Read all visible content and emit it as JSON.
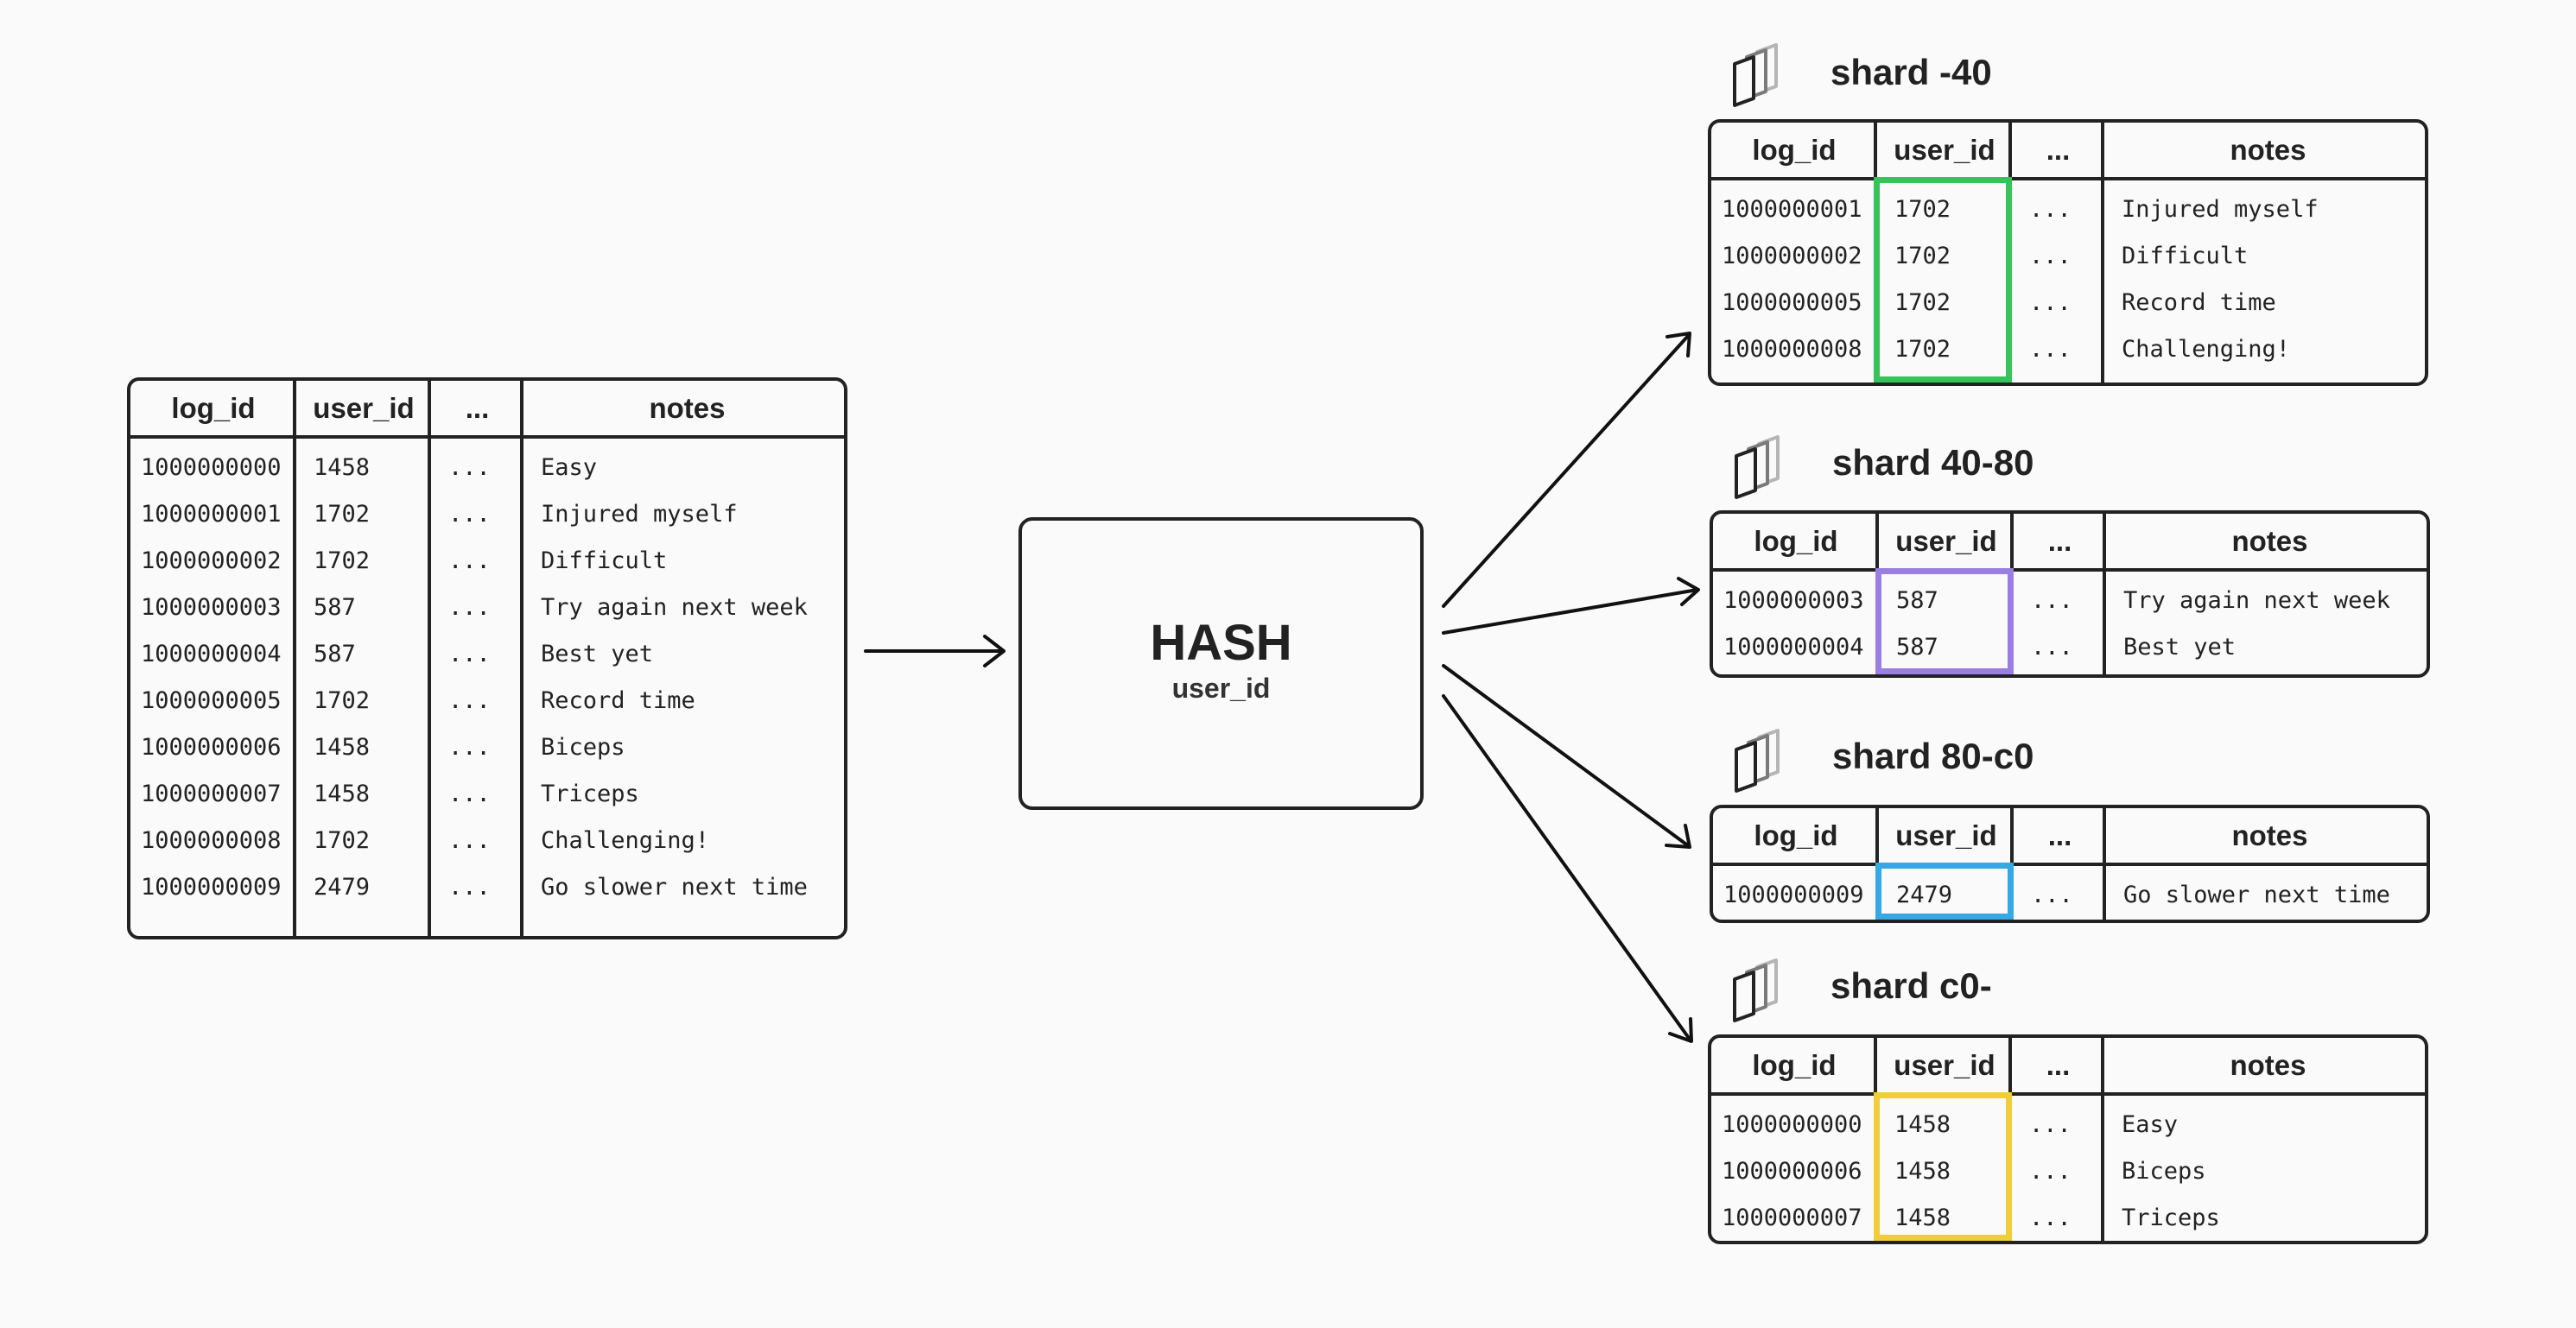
{
  "source_table": {
    "headers": [
      "log_id",
      "user_id",
      "...",
      "notes"
    ],
    "rows": [
      [
        "1000000000",
        "1458",
        "...",
        "Easy"
      ],
      [
        "1000000001",
        "1702",
        "...",
        "Injured myself"
      ],
      [
        "1000000002",
        "1702",
        "...",
        "Difficult"
      ],
      [
        "1000000003",
        "587",
        "...",
        "Try again next week"
      ],
      [
        "1000000004",
        "587",
        "...",
        "Best yet"
      ],
      [
        "1000000005",
        "1702",
        "...",
        "Record time"
      ],
      [
        "1000000006",
        "1458",
        "...",
        "Biceps"
      ],
      [
        "1000000007",
        "1458",
        "...",
        "Triceps"
      ],
      [
        "1000000008",
        "1702",
        "...",
        "Challenging!"
      ],
      [
        "1000000009",
        "2479",
        "...",
        "Go slower next time"
      ]
    ]
  },
  "hash_box": {
    "title": "HASH",
    "subtitle": "user_id"
  },
  "shards": [
    {
      "title": "shard -40",
      "highlight_color": "#35c35a",
      "headers": [
        "log_id",
        "user_id",
        "...",
        "notes"
      ],
      "rows": [
        [
          "1000000001",
          "1702",
          "...",
          "Injured myself"
        ],
        [
          "1000000002",
          "1702",
          "...",
          "Difficult"
        ],
        [
          "1000000005",
          "1702",
          "...",
          "Record time"
        ],
        [
          "1000000008",
          "1702",
          "...",
          "Challenging!"
        ]
      ]
    },
    {
      "title": "shard 40-80",
      "highlight_color": "#9b7fe0",
      "headers": [
        "log_id",
        "user_id",
        "...",
        "notes"
      ],
      "rows": [
        [
          "1000000003",
          "587",
          "...",
          "Try again next week"
        ],
        [
          "1000000004",
          "587",
          "...",
          "Best yet"
        ]
      ]
    },
    {
      "title": "shard 80-c0",
      "highlight_color": "#35a9e6",
      "headers": [
        "log_id",
        "user_id",
        "...",
        "notes"
      ],
      "rows": [
        [
          "1000000009",
          "2479",
          "...",
          "Go slower next time"
        ]
      ]
    },
    {
      "title": "shard c0-",
      "highlight_color": "#f2cd3a",
      "headers": [
        "log_id",
        "user_id",
        "...",
        "notes"
      ],
      "rows": [
        [
          "1000000000",
          "1458",
          "...",
          "Easy"
        ],
        [
          "1000000006",
          "1458",
          "...",
          "Biceps"
        ],
        [
          "1000000007",
          "1458",
          "...",
          "Triceps"
        ]
      ]
    }
  ],
  "icons": {
    "shard": "stacked-pages-icon"
  }
}
